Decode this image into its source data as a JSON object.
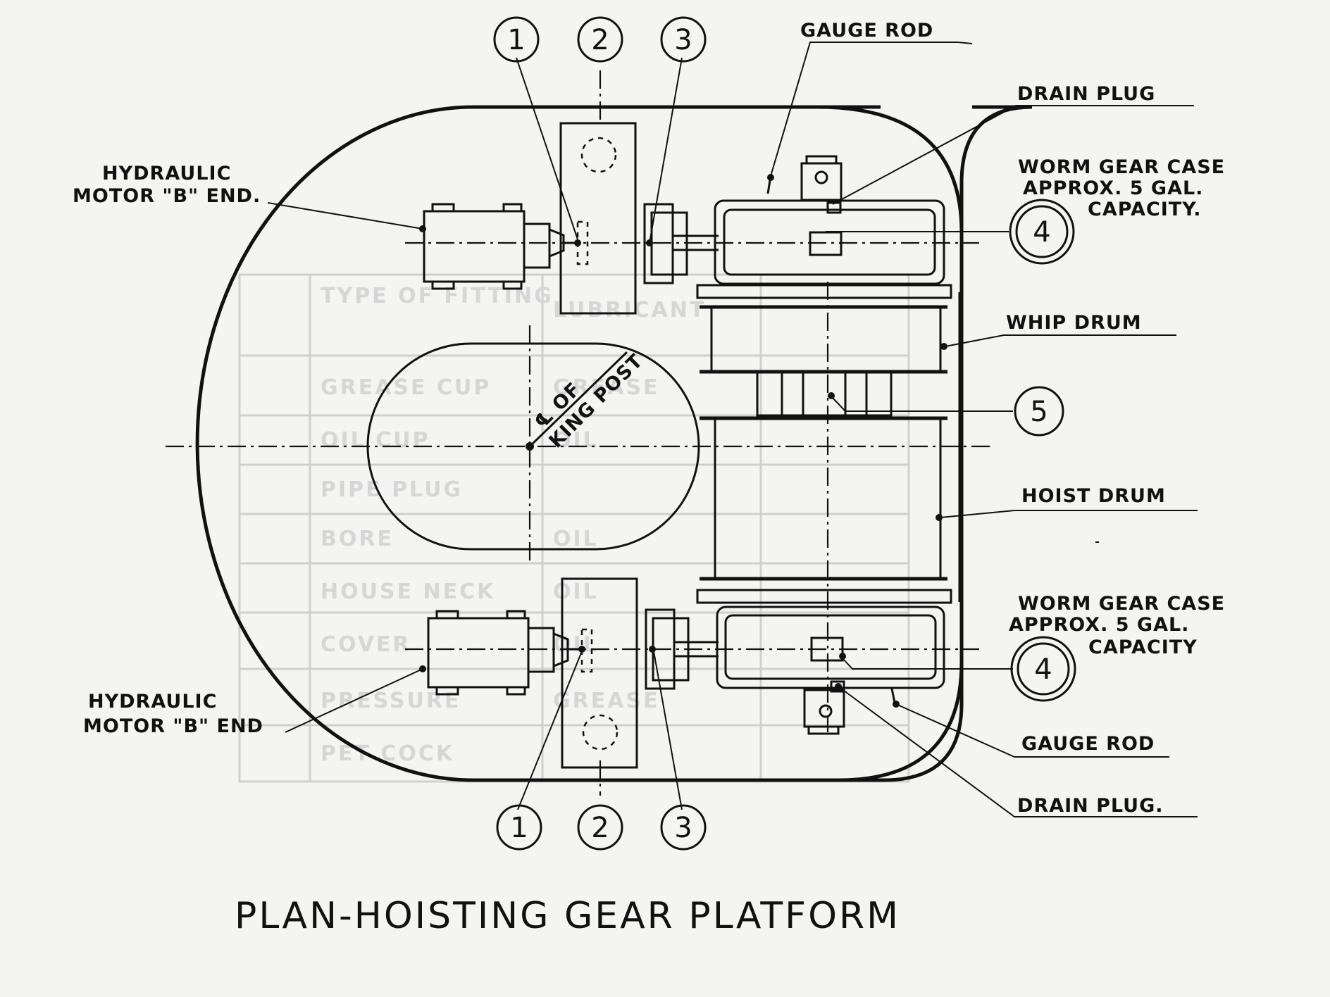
{
  "title": "PLAN-HOISTING GEAR PLATFORM",
  "labels": {
    "gauge_rod_top": "GAUGE ROD",
    "drain_plug_top": "DRAIN PLUG",
    "worm_case_top": [
      "WORM GEAR CASE",
      "APPROX. 5 GAL.",
      "CAPACITY."
    ],
    "whip_drum": "WHIP DRUM",
    "hoist_drum": "HOIST DRUM",
    "worm_case_bottom": [
      "WORM GEAR CASE",
      "APPROX. 5 GAL.",
      "CAPACITY"
    ],
    "gauge_rod_bottom": "GAUGE ROD",
    "drain_plug_bottom": "DRAIN PLUG.",
    "hyd_motor_top": [
      "HYDRAULIC",
      "MOTOR \"B\" END."
    ],
    "hyd_motor_bottom": [
      "HYDRAULIC",
      "MOTOR \"B\" END"
    ],
    "king_post": [
      "℄ OF",
      "KING POST"
    ]
  },
  "balloons": {
    "top": [
      "1",
      "2",
      "3"
    ],
    "bottom": [
      "1",
      "2",
      "3"
    ],
    "worm_top": "4",
    "worm_bottom": "4",
    "drum": "5"
  },
  "ghost_table": [
    [
      "TYPE OF FITTING",
      "LUBRICANT"
    ],
    [
      "GREASE CUP",
      "GREASE"
    ],
    [
      "OIL CUP",
      "OIL"
    ],
    [
      "PIPE PLUG",
      ""
    ],
    [
      "BORE",
      "OIL"
    ],
    [
      "HOUSE NECK",
      "OIL"
    ],
    [
      "COVER",
      "OIL"
    ],
    [
      "PRESSURE",
      "GREASE"
    ],
    [
      "PET COCK",
      ""
    ]
  ]
}
